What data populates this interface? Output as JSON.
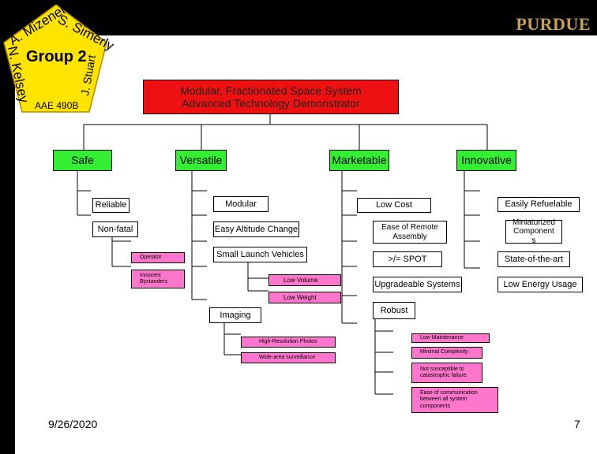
{
  "header": {
    "brand": "PURDUE",
    "badge": {
      "names": [
        "S. Simerly",
        "J. Stuart",
        "N. Kelsey",
        "A. Mizener"
      ],
      "group": "Group 2",
      "course": "AAE 490B"
    }
  },
  "root": {
    "label_line1": "Modular, Fractionated Space System",
    "label_line2": "Advanced Technology Demonstrator"
  },
  "categories": {
    "safe": "Safe",
    "versatile": "Versatile",
    "marketable": "Marketable",
    "innovative": "Innovative"
  },
  "safe_items": {
    "reliable": "Reliable",
    "non_fatal": "Non-fatal",
    "operator": "Operator",
    "bystanders_line1": "Innocent",
    "bystanders_line2": "Bystanders"
  },
  "versatile_items": {
    "modular": "Modular",
    "altitude": "Easy Altitude Change",
    "launch": "Small Launch Vehicles",
    "low_volume": "Low Volume",
    "low_weight": "Low Weight",
    "imaging": "Imaging",
    "high_res": "High-Resolution Photos",
    "wide_area": "Wide-area surveillance"
  },
  "marketable_items": {
    "low_cost": "Low Cost",
    "remote_line1": "Ease of Remote",
    "remote_line2": "Assembly",
    "spot": ">/= SPOT",
    "upgradeable": "Upgradeable Systems",
    "robust": "Robust",
    "low_maint": "Low Maintenance",
    "min_complex": "Minimal Complexity",
    "not_suscept_line1": "Not susceptible to",
    "not_suscept_line2": "catastrophic failure",
    "ease_comm_line1": "Ease of communication",
    "ease_comm_line2": "between all system",
    "ease_comm_line3": "components"
  },
  "innovative_items": {
    "refuelable": "Easily Refuelable",
    "mini_line1": "Miniaturized",
    "mini_line2": "Component",
    "mini_line3": "s",
    "state_art": "State-of-the-art",
    "low_energy": "Low Energy Usage"
  },
  "footer": {
    "date": "9/26/2020",
    "page": "7"
  },
  "colors": {
    "category": "#33ee33",
    "root": "#ee1111",
    "leaf": "#ff77cc",
    "brand": "#c9a24b",
    "badge": "#ffe400"
  }
}
